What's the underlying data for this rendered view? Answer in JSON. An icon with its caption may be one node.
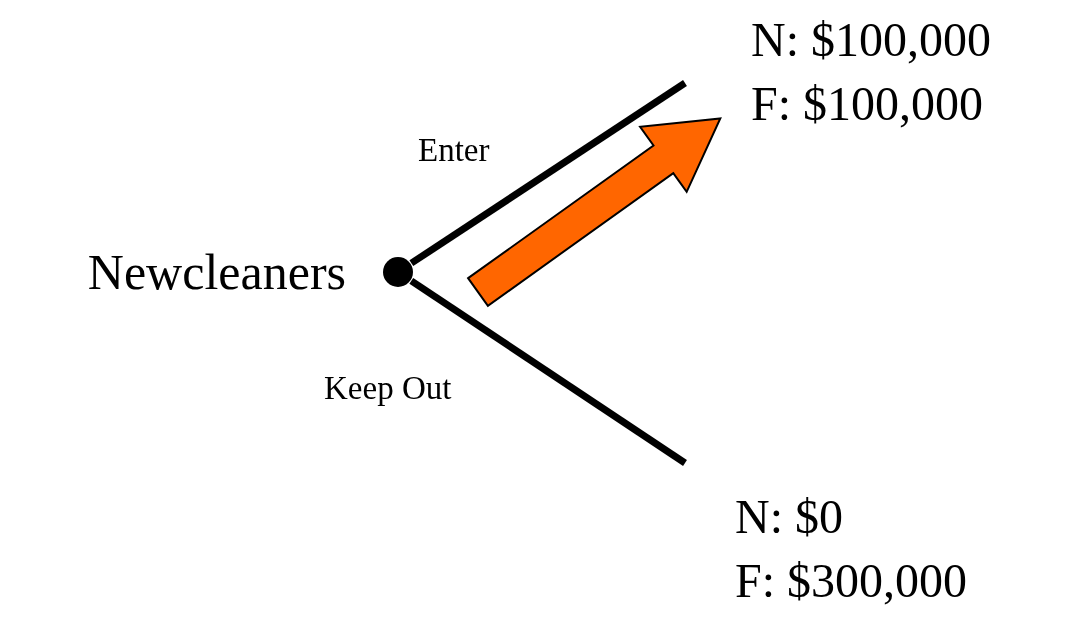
{
  "diagram": {
    "nodes": [
      {
        "text": [],
        "shape": "circle",
        "beside": [
          "Newcleaners"
        ]
      },
      {
        "text": [
          "N: $100,000",
          "F: $100,000"
        ]
      },
      {
        "text": [
          "N: $0",
          "F: $300,000"
        ]
      }
    ],
    "edges": [
      {
        "from": 0,
        "to": 1,
        "arrow": "none",
        "label": "Enter"
      },
      {
        "from": 0,
        "to": 2,
        "arrow": "none",
        "label": "Keep Out"
      }
    ]
  }
}
